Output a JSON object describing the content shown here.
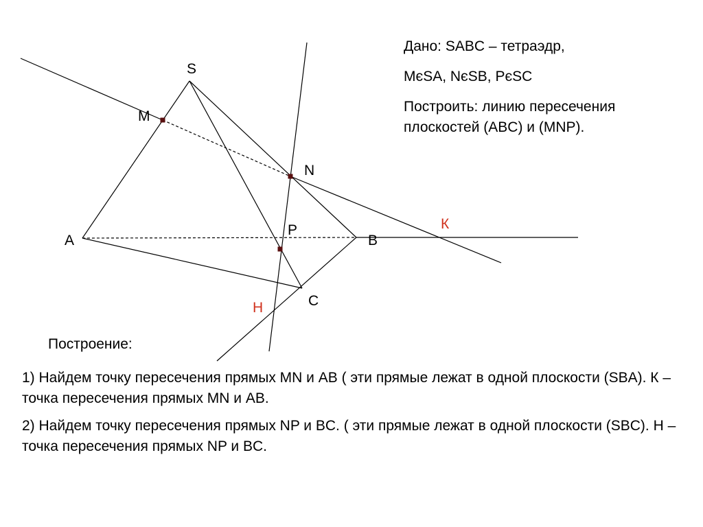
{
  "given": {
    "line1": "Дано: SABC – тетраэдр,",
    "line2": "MєSA, NєSB, PєSC",
    "line3": "Построить: линию пересечения плоскостей (ABC) и (MNP)."
  },
  "points": {
    "S": "S",
    "M": "M",
    "N": "N",
    "P": "P",
    "A": "A",
    "B": "B",
    "C": "C",
    "K": "К",
    "H": "Н"
  },
  "construction": {
    "title": "Построение:",
    "step1": "1) Найдем точку пересечения прямых MN и AB ( эти прямые лежат в одной плоскости (SBA). К – точка пересечения прямых MN и AB.",
    "step2": "2) Найдем точку пересечения прямых NP и BC. ( эти прямые лежат в одной плоскости (SBC).  Н – точка пересечения прямых NP и BC."
  },
  "colors": {
    "line": "#000000",
    "point_marker": "#5a1010",
    "highlight_label": "#d0321e"
  }
}
